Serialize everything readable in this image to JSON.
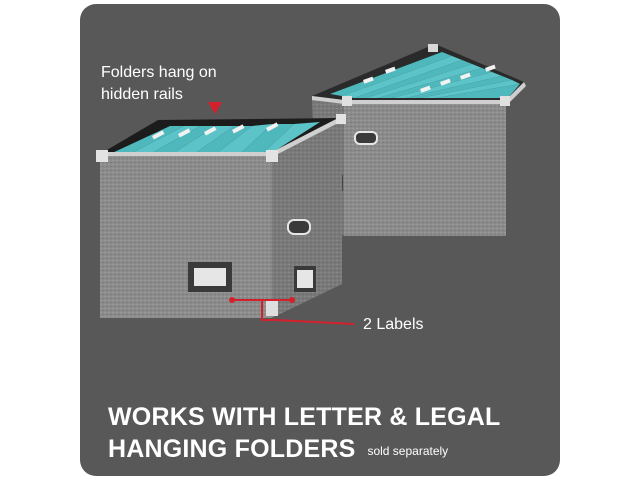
{
  "callouts": {
    "rails_line1": "Folders hang on",
    "rails_line2": "hidden rails",
    "labels": "2 Labels"
  },
  "headline": {
    "line1": "WORKS WITH LETTER & LEGAL",
    "line2": "HANGING FOLDERS",
    "note": "sold separately"
  },
  "colors": {
    "panel": "#585858",
    "box_fabric": "#8a8a8a",
    "folder_teal": "#4fb8bc",
    "accent_red": "#d4202a"
  }
}
